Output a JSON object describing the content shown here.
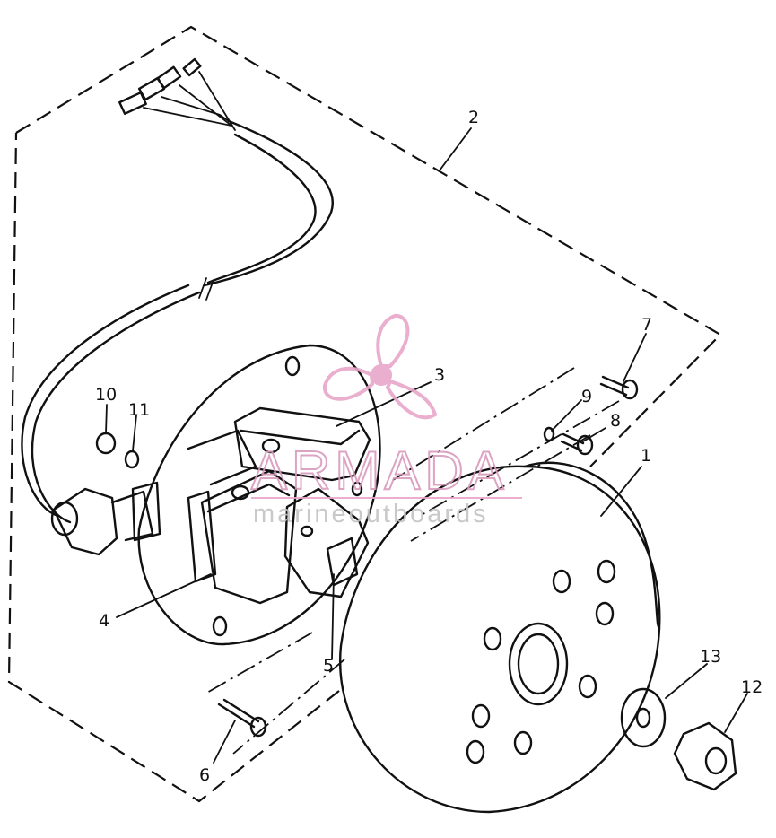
{
  "diagram": {
    "callouts": [
      {
        "id": "1",
        "label": "1"
      },
      {
        "id": "2",
        "label": "2"
      },
      {
        "id": "3",
        "label": "3"
      },
      {
        "id": "4",
        "label": "4"
      },
      {
        "id": "5",
        "label": "5"
      },
      {
        "id": "6",
        "label": "6"
      },
      {
        "id": "7",
        "label": "7"
      },
      {
        "id": "8",
        "label": "8"
      },
      {
        "id": "9",
        "label": "9"
      },
      {
        "id": "10",
        "label": "10"
      },
      {
        "id": "11",
        "label": "11"
      },
      {
        "id": "12",
        "label": "12"
      },
      {
        "id": "13",
        "label": "13"
      }
    ]
  },
  "watermark": {
    "brand": "ARMADA",
    "tagline": "marineoutboards",
    "accent_color": "#e8a6c9"
  }
}
